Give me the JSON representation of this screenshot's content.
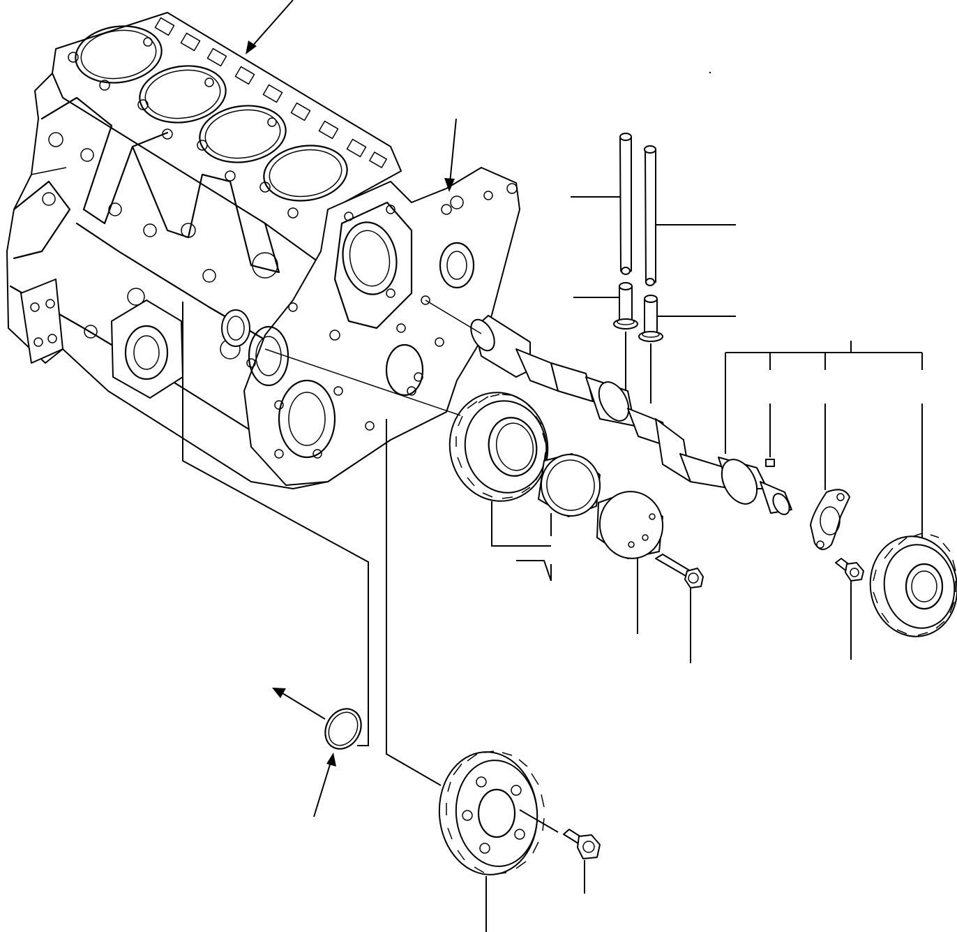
{
  "diagram": {
    "colors": {
      "line": "#000000",
      "background": "#ffffff"
    },
    "parts": [
      {
        "id": "engine-block",
        "icon": "engine-block-icon"
      },
      {
        "id": "camshaft",
        "icon": "camshaft-icon"
      },
      {
        "id": "push-rod",
        "icon": "push-rod-icon"
      },
      {
        "id": "tappet",
        "icon": "tappet-icon"
      },
      {
        "id": "idler-gear",
        "icon": "helical-gear-icon"
      },
      {
        "id": "idler-bushing",
        "icon": "bushing-icon"
      },
      {
        "id": "idler-shaft",
        "icon": "shaft-icon"
      },
      {
        "id": "idler-bolt",
        "icon": "bolt-icon"
      },
      {
        "id": "thrust-plate",
        "icon": "thrust-plate-icon"
      },
      {
        "id": "cam-gear",
        "icon": "helical-gear-icon"
      },
      {
        "id": "o-ring",
        "icon": "o-ring-icon"
      },
      {
        "id": "crank-gear",
        "icon": "helical-gear-icon"
      },
      {
        "id": "crank-gear-bolt",
        "icon": "bolt-icon"
      }
    ]
  }
}
